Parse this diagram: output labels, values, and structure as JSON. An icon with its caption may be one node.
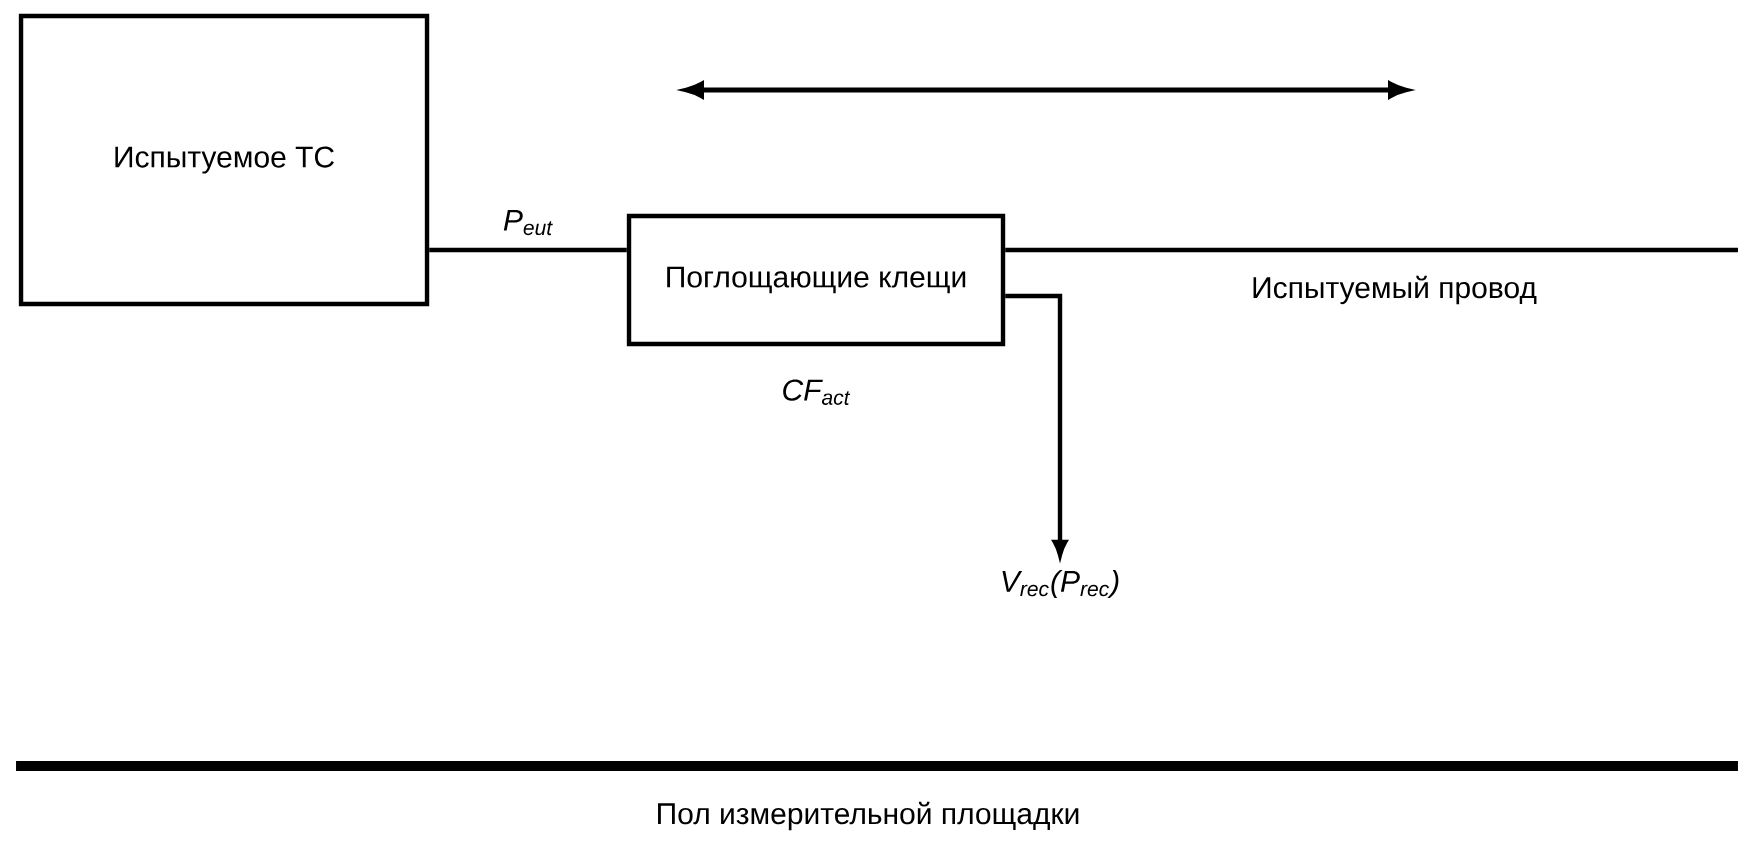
{
  "diagram": {
    "nodes": [
      {
        "text": [
          "Испытуемое ТС"
        ]
      },
      {
        "text": [
          "Поглощающие клещи"
        ],
        "beside": [
          "CF$_{act}$"
        ]
      },
      {
        "text": [
          "V$_{rec}$(P$_{rec}$)"
        ]
      }
    ],
    "edges": [
      {
        "from": 0,
        "to": 1,
        "arrow": "none",
        "label": "P$_{eut}$"
      },
      {
        "from": 1,
        "to": null,
        "arrow": "none"
      },
      {
        "from": 1,
        "to": 2,
        "arrow": "to"
      }
    ],
    "labels": [
      "Испытуемый провод",
      "Пол измерительной площадки"
    ]
  }
}
